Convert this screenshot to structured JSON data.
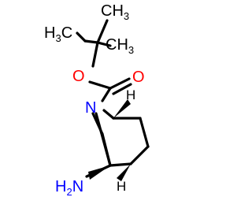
{
  "molecule": {
    "atom_labels": {
      "methyl_1": "CH",
      "methyl_1_sub": "3",
      "methyl_2": "CH",
      "methyl_2_sub": "3",
      "methyl_3": "H",
      "methyl_3_sub": "3",
      "methyl_3_c": "C",
      "ether_oxygen": "O",
      "carbonyl_oxygen": "O",
      "nitrogen": "N",
      "amine": "H",
      "amine_sub": "2",
      "amine_n": "N",
      "stereo_h_top": "H",
      "stereo_h_bottom": "H"
    },
    "colors": {
      "carbon": "#000000",
      "oxygen": "#ff0000",
      "nitrogen": "#0000ff",
      "background": "#ffffff"
    }
  }
}
